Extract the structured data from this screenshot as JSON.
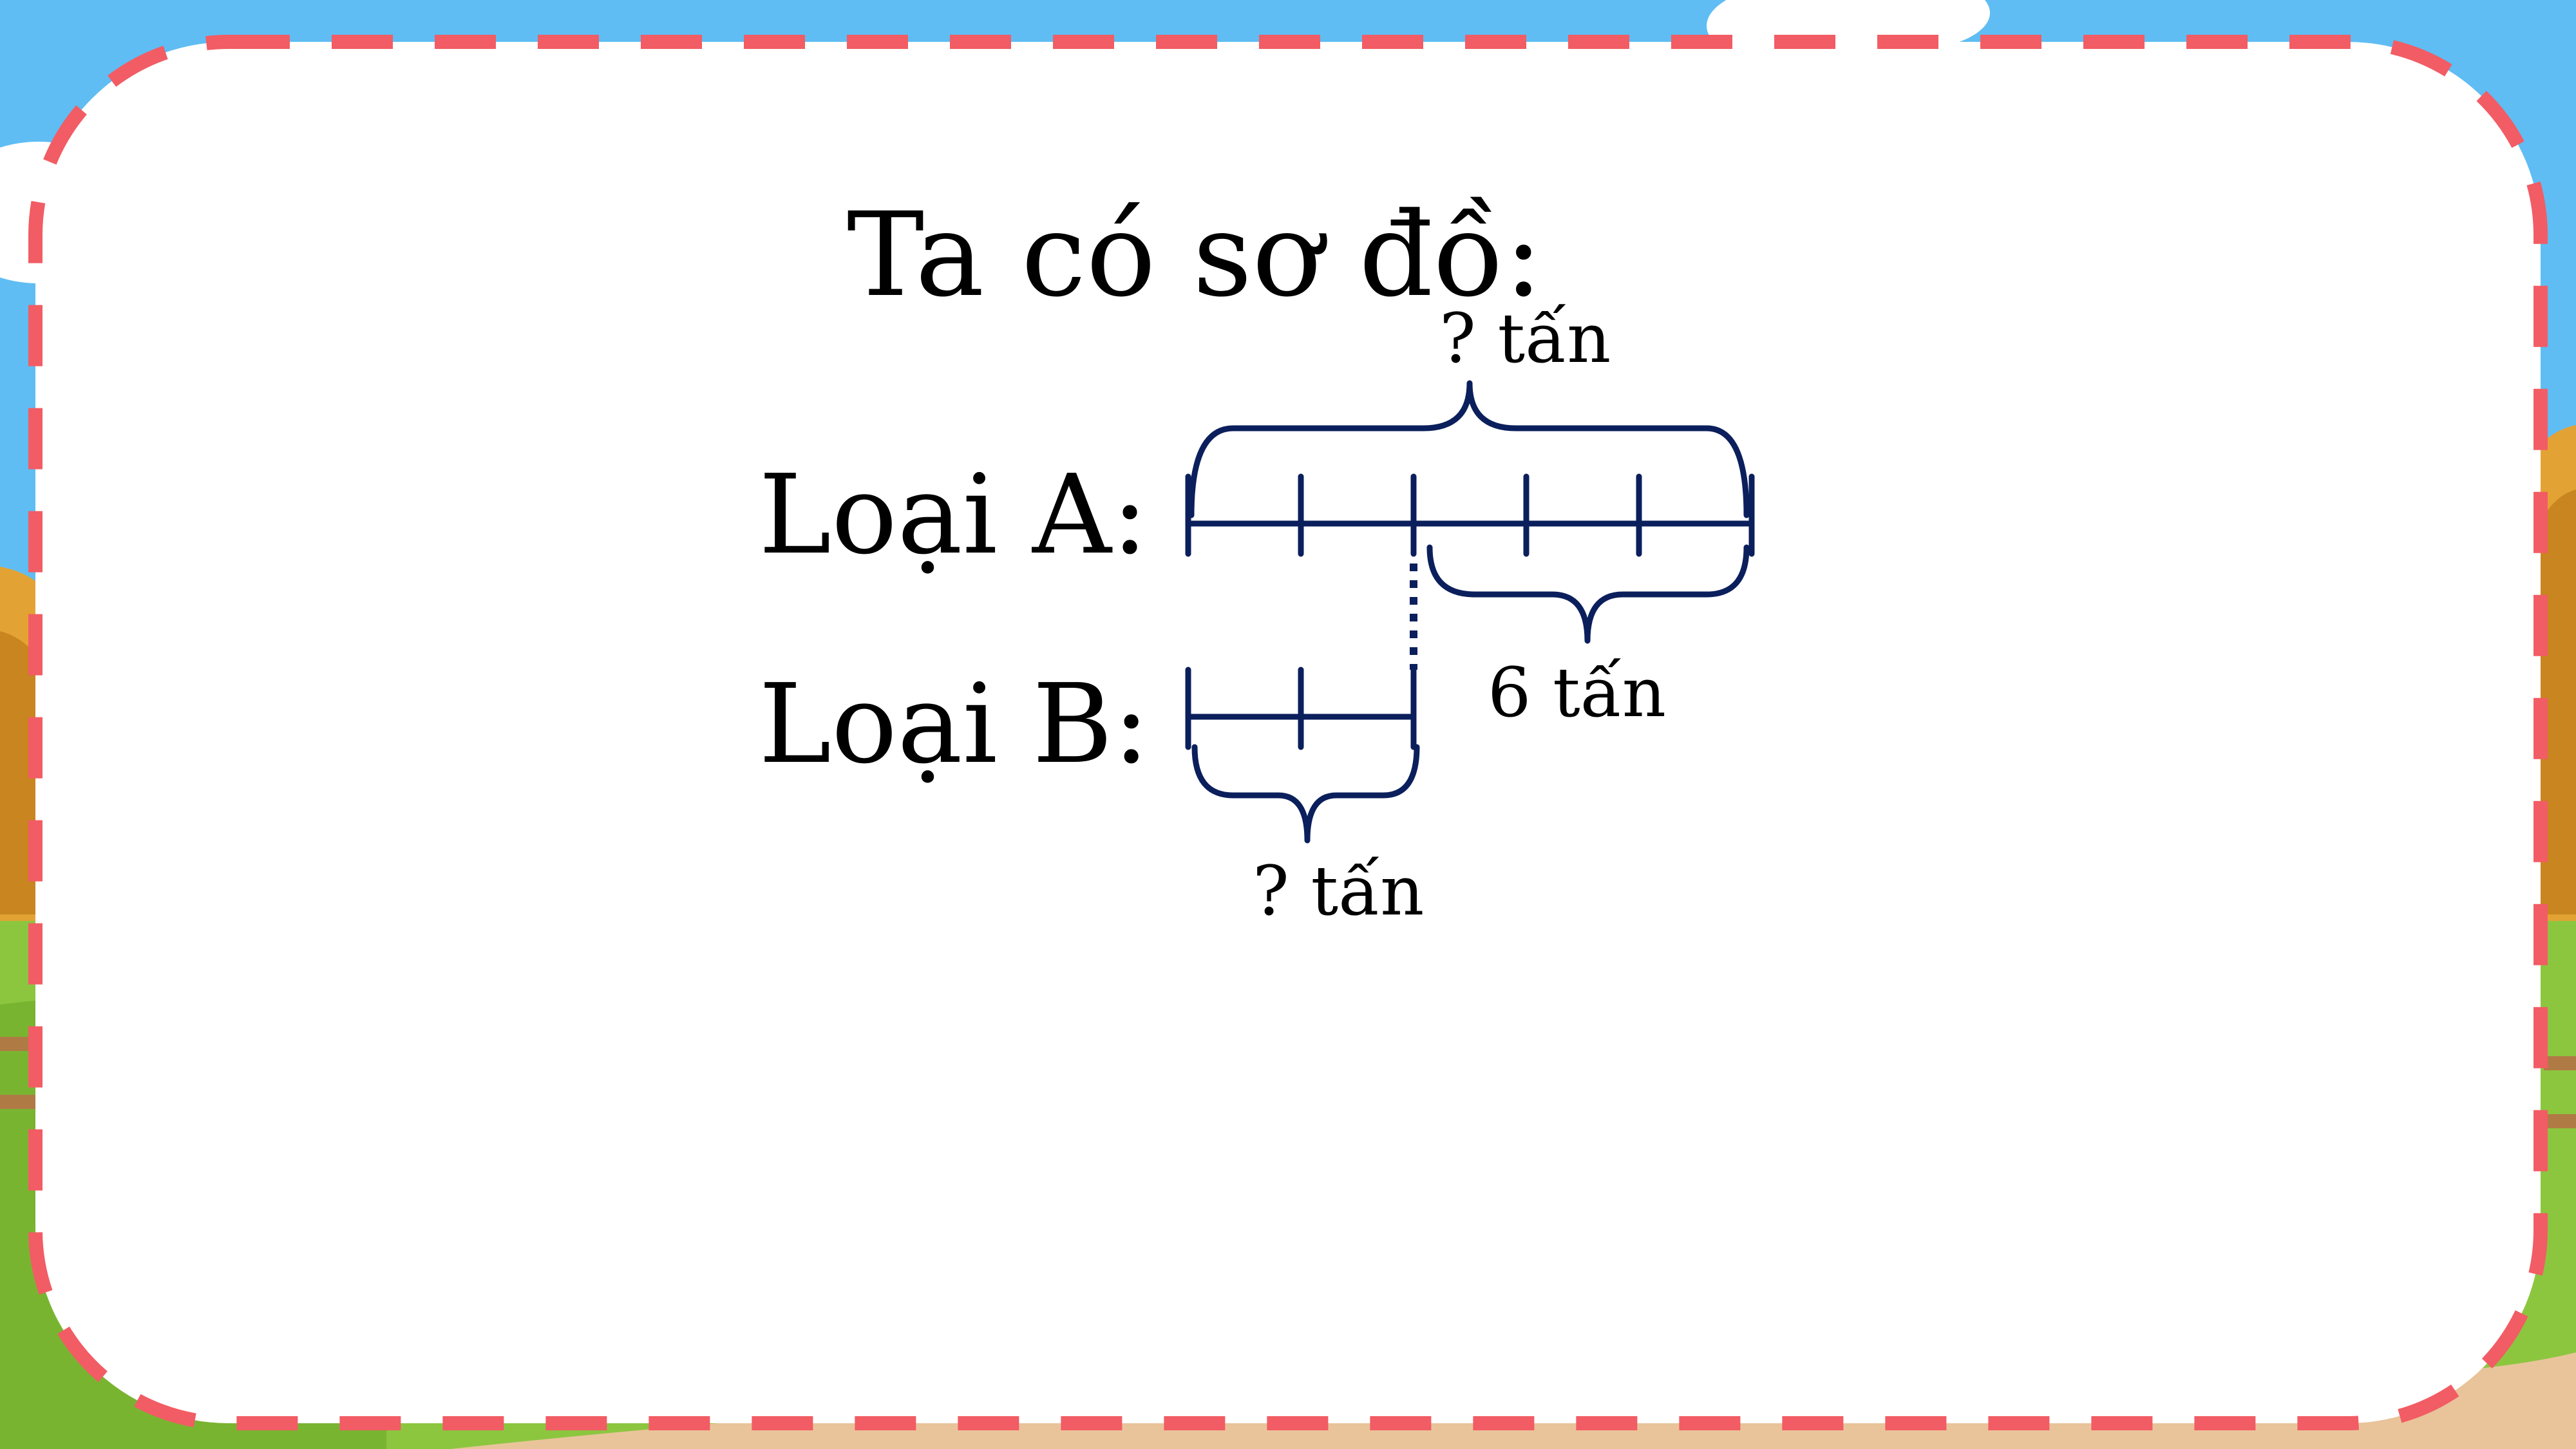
{
  "slide": {
    "title": "Ta có sơ đồ:"
  },
  "diagram": {
    "rows": [
      {
        "label": "Loại A:",
        "segments": 5
      },
      {
        "label": "Loại B:",
        "segments": 2
      }
    ],
    "labels": {
      "total_a": "? tấn",
      "difference": "6 tấn",
      "total_b": "? tấn"
    }
  },
  "colors": {
    "frame_dash": "#f25c64",
    "card": "#ffffff",
    "diagram_line": "#0b1f5c",
    "sky": "#5fbdf3",
    "grass": "#8cc63f",
    "hay": "#e3a334",
    "path": "#e9c49a"
  }
}
